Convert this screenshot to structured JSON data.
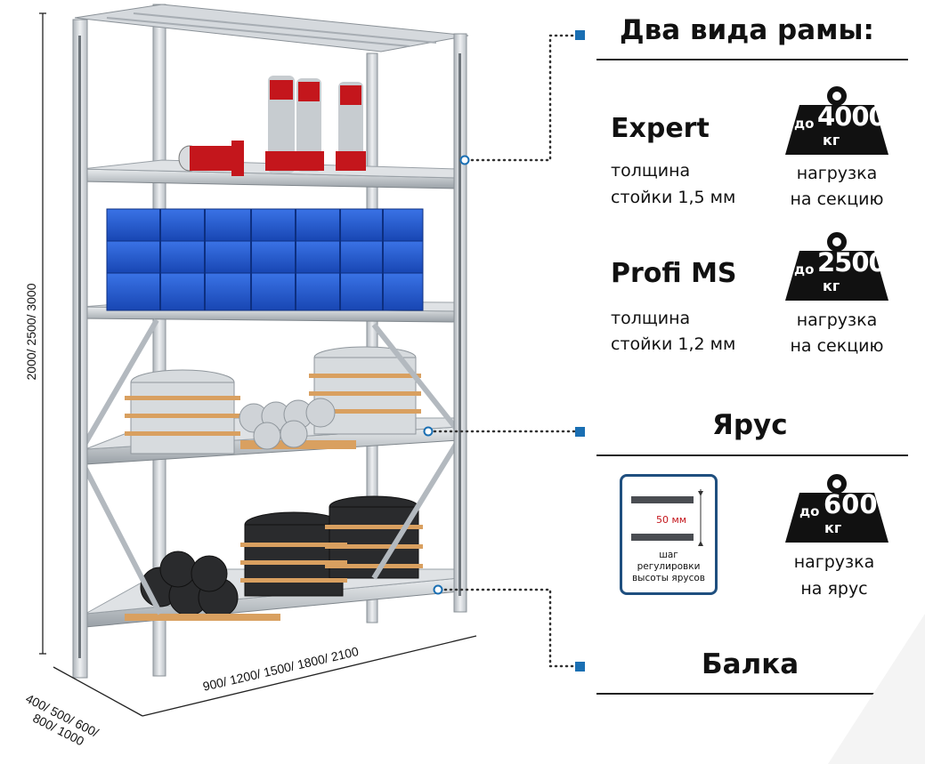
{
  "frames": {
    "heading": "Два вида рамы:",
    "expert": {
      "name": "Expert",
      "thickness_line1": "толщина",
      "thickness_line2": "стойки 1,5 мм",
      "weight_prefix": "до",
      "weight_value": "4000",
      "weight_unit": "кг",
      "load_line1": "нагрузка",
      "load_line2": "на секцию"
    },
    "profi": {
      "name": "Profi MS",
      "thickness_line1": "толщина",
      "thickness_line2": "стойки 1,2 мм",
      "weight_prefix": "до",
      "weight_value": "2500",
      "weight_unit": "кг",
      "load_line1": "нагрузка",
      "load_line2": "на секцию"
    }
  },
  "tier": {
    "heading": "Ярус",
    "step_value": "50 мм",
    "step_line1": "шаг",
    "step_line2": "регулировки",
    "step_line3": "высоты ярусов",
    "weight_prefix": "до",
    "weight_value": "600",
    "weight_unit": "кг",
    "load_line1": "нагрузка",
    "load_line2": "на ярус"
  },
  "beam": {
    "heading": "Балка"
  },
  "dimensions": {
    "height": "2000/ 2500/ 3000",
    "width": "900/ 1200/ 1500/ 1800/ 2100",
    "depth_line1": "400/ 500/ 600/",
    "depth_line2": "800/ 1000"
  },
  "colors": {
    "accent": "#1a6fb3",
    "dark": "#111111",
    "frame": "#c9ced3",
    "bins": "#1f55c9"
  },
  "icons": [
    "weight-icon",
    "shelving-rack-illustration"
  ]
}
